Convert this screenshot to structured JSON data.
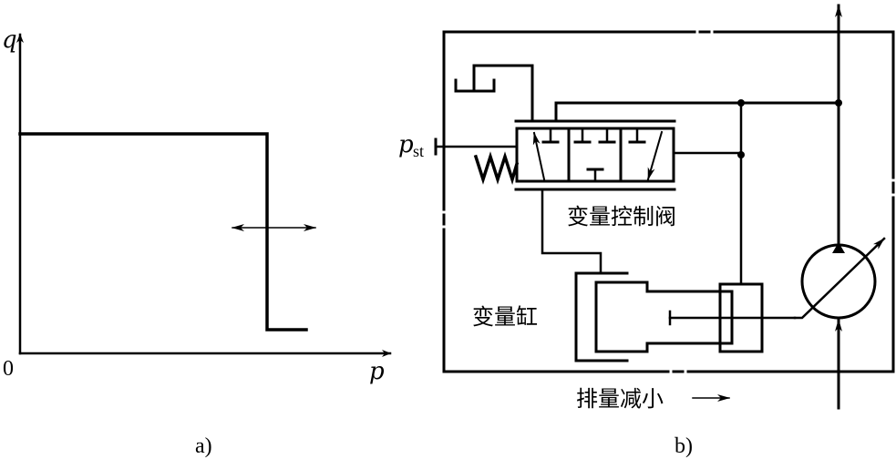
{
  "panel_a": {
    "caption": "a)",
    "y_axis_label": "q",
    "x_axis_label": "p",
    "origin_label": "0",
    "curve_description": "constant flow q until a set pressure, then vertical drop to a small flow; double-headed arrow indicates adjustable switching pressure"
  },
  "panel_b": {
    "caption": "b)",
    "control_pressure_label": "p",
    "control_pressure_subscript": "st",
    "valve_label": "变量控制阀",
    "cylinder_label": "变量缸",
    "direction_label": "排量减小",
    "direction_arrow": "→"
  }
}
